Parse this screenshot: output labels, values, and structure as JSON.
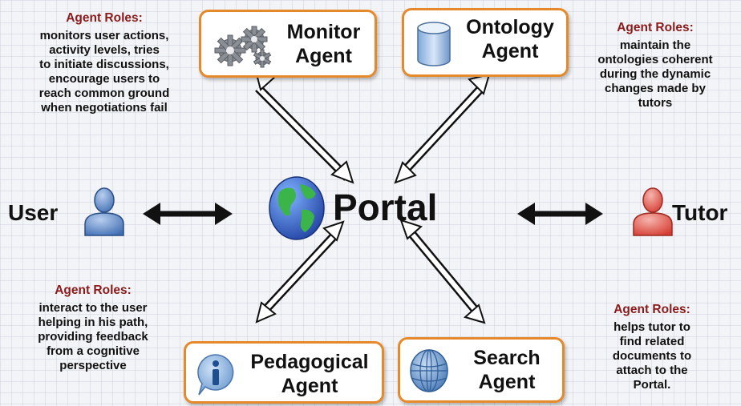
{
  "center": {
    "label": "Portal",
    "icon": "globe-icon"
  },
  "actors": {
    "user": {
      "label": "User",
      "icon": "user-person-icon",
      "color": "#3f6db3"
    },
    "tutor": {
      "label": "Tutor",
      "icon": "tutor-person-icon",
      "color": "#d43a2f"
    }
  },
  "agents": {
    "monitor": {
      "line1": "Monitor",
      "line2": "Agent",
      "icon": "gears-icon"
    },
    "ontology": {
      "line1": "Ontology",
      "line2": "Agent",
      "icon": "database-icon"
    },
    "pedagogical": {
      "line1": "Pedagogical",
      "line2": "Agent",
      "icon": "info-icon"
    },
    "search": {
      "line1": "Search",
      "line2": "Agent",
      "icon": "globe-search-icon"
    }
  },
  "roles": {
    "monitor": {
      "title": "Agent Roles:",
      "lines": [
        "monitors user actions,",
        "activity levels,  tries",
        "to initiate discussions,",
        "encourage users to",
        "reach common ground",
        "when negotiations fail"
      ]
    },
    "ontology": {
      "title": "Agent Roles:",
      "lines": [
        "maintain the",
        "ontologies coherent",
        "during the dynamic",
        "changes made by",
        "tutors"
      ]
    },
    "pedagogical": {
      "title": "Agent Roles:",
      "lines": [
        "interact to the user",
        "helping in his path,",
        "providing feedback",
        "from a cognitive",
        "perspective"
      ]
    },
    "search": {
      "title": "Agent Roles:",
      "lines": [
        "helps tutor to",
        "find related",
        "documents to",
        "attach to the",
        "Portal."
      ]
    }
  },
  "colors": {
    "box_border": "#e6892a",
    "roles_title": "#8b1a1a",
    "arrow": "#111111"
  }
}
